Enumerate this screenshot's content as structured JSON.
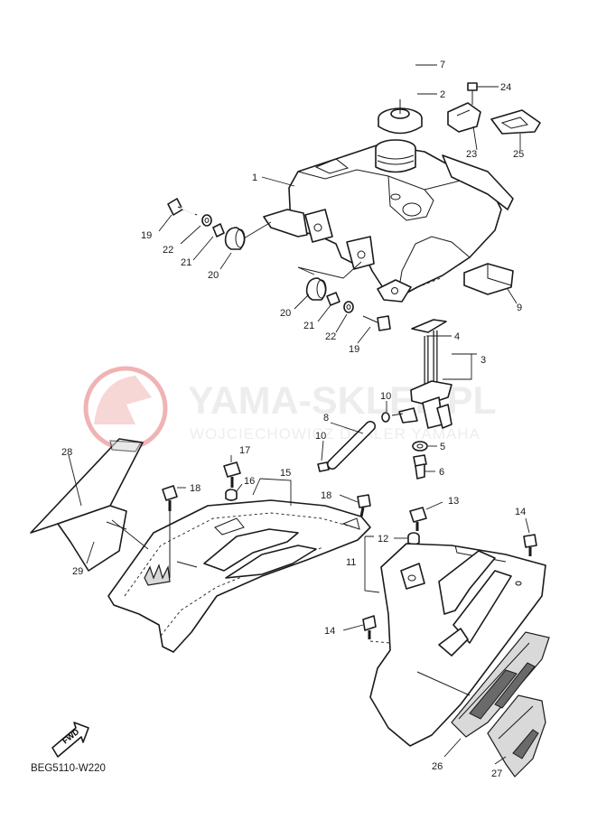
{
  "diagram_code": "BEG5110-W220",
  "fwd_label": "FWD",
  "watermark": {
    "title": "YAMA-SKLEP.PL",
    "subtitle": "WOJCIECHOWICZ DEALER YAMAHA",
    "accent_color": "#e26a6a"
  },
  "callouts": {
    "c1": "1",
    "c2": "2",
    "c3": "3",
    "c4": "4",
    "c5": "5",
    "c6": "6",
    "c7": "7",
    "c8": "8",
    "c9": "9",
    "c10a": "10",
    "c10b": "10",
    "c11": "11",
    "c12": "12",
    "c13": "13",
    "c14a": "14",
    "c14b": "14",
    "c15": "15",
    "c16": "16",
    "c17": "17",
    "c18a": "18",
    "c18b": "18",
    "c19a": "19",
    "c19b": "19",
    "c20a": "20",
    "c20b": "20",
    "c21a": "21",
    "c21b": "21",
    "c22a": "22",
    "c22b": "22",
    "c23": "23",
    "c24": "24",
    "c25": "25",
    "c26": "26",
    "c27": "27",
    "c28": "28",
    "c29": "29"
  }
}
